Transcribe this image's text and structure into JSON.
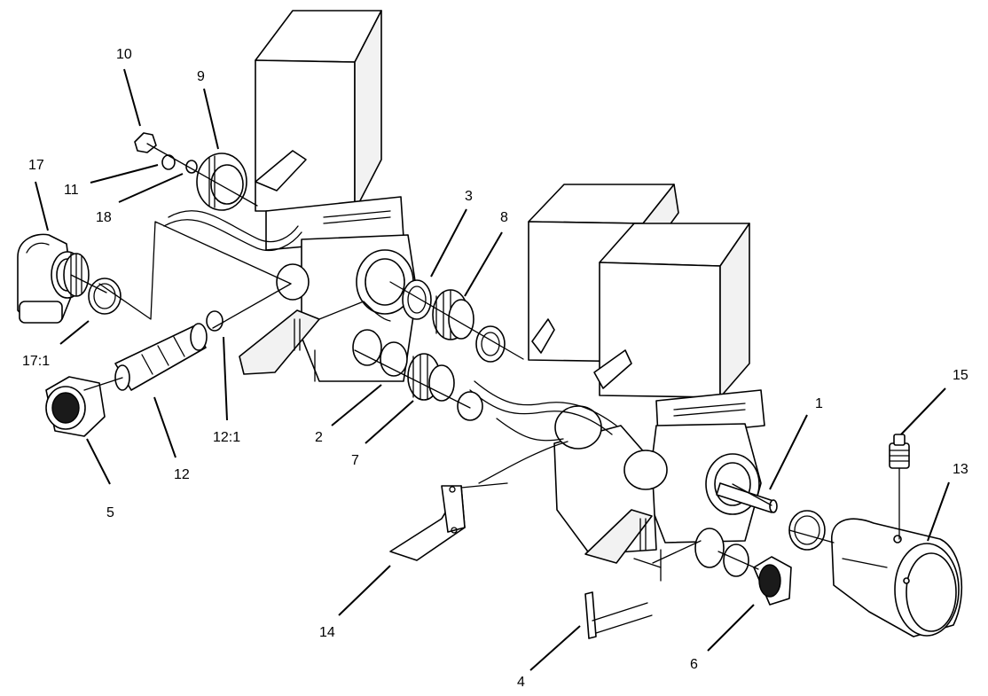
{
  "diagram": {
    "callouts": {
      "c1": "1",
      "c2": "2",
      "c3": "3",
      "c4": "4",
      "c5": "5",
      "c6": "6",
      "c7": "7",
      "c8": "8",
      "c9": "9",
      "c10": "10",
      "c11": "11",
      "c12": "12",
      "c12_1": "12:1",
      "c13": "13",
      "c14": "14",
      "c15": "15",
      "c17": "17",
      "c17_1": "17:1",
      "c18": "18"
    }
  }
}
